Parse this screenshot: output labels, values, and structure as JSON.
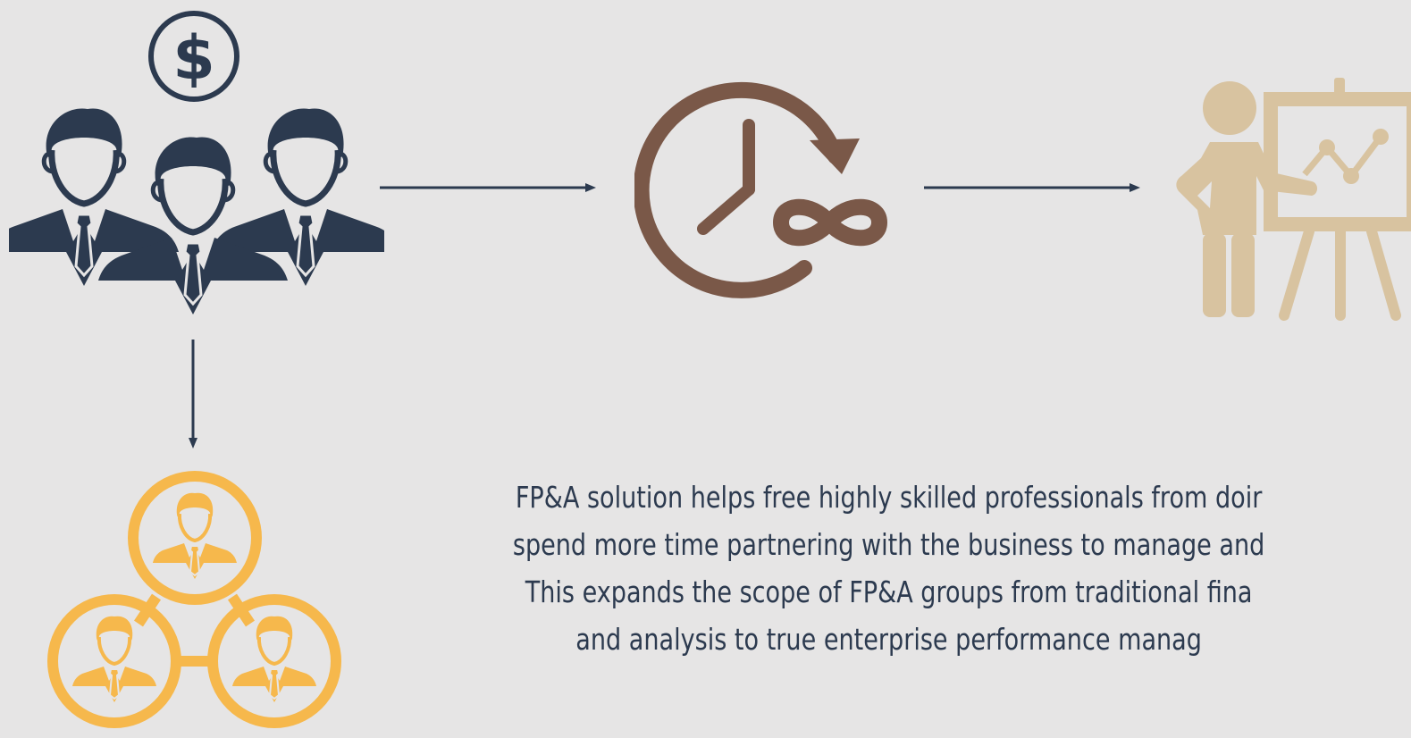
{
  "colors": {
    "background": "#e6e5e5",
    "navy": "#2c3a4f",
    "brown": "#7a5848",
    "tan": "#d8c3a0",
    "orange": "#f6b84c"
  },
  "icons": {
    "team": "business-team-icon",
    "dollar": "dollar-icon",
    "clock": "clock-infinity-icon",
    "presenter": "presenter-chart-icon",
    "network": "team-network-icon"
  },
  "caption": {
    "line1": "FP&A solution helps free highly skilled professionals from doir",
    "line2": "spend more time partnering with the business to manage and",
    "line3": "This expands the scope of FP&A groups from traditional fina",
    "line4": "and analysis to true enterprise performance manag"
  }
}
